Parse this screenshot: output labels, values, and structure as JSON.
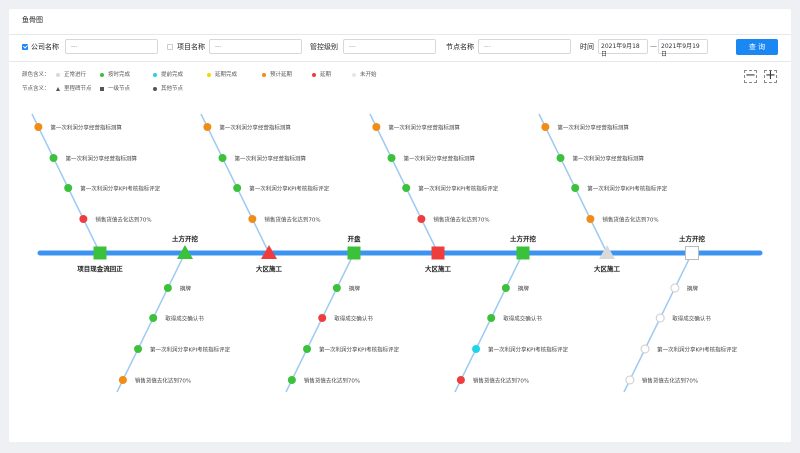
{
  "page": {
    "title": "鱼骨图"
  },
  "filters": {
    "company": {
      "label": "公司名称",
      "placeholder": "---",
      "checked": true
    },
    "project": {
      "label": "项目名称",
      "placeholder": "---",
      "checked": false
    },
    "level": {
      "label": "管控级别",
      "placeholder": "---"
    },
    "node": {
      "label": "节点名称",
      "placeholder": "---"
    },
    "time": {
      "label": "时间",
      "start": "2021年9月18日",
      "sep": "—",
      "end": "2021年9月19日"
    },
    "query_label": "查 询"
  },
  "legend": {
    "color_title": "颜色含义：",
    "colors": [
      {
        "label": "正常进行",
        "color": "#d9d9d9"
      },
      {
        "label": "按时完成",
        "color": "#3cc13b"
      },
      {
        "label": "提前完成",
        "color": "#22d3e6"
      },
      {
        "label": "延期完成",
        "color": "#f5d800"
      },
      {
        "label": "预计延期",
        "color": "#f18c15"
      },
      {
        "label": "延期",
        "color": "#ef3d3d"
      },
      {
        "label": "未开始",
        "color": "#e6e6e6"
      }
    ],
    "node_title": "节点含义：",
    "nodes": [
      {
        "label": "里程碑节点",
        "icon": "triangle-icon"
      },
      {
        "label": "一级节点",
        "icon": "square-icon"
      },
      {
        "label": "其他节点",
        "icon": "circle-icon"
      }
    ]
  },
  "zoom": {
    "out": "−",
    "in": "+"
  },
  "fishbone": {
    "spine_color": "#3d94f0",
    "milestones": [
      {
        "label": "项目现金流回正",
        "shape": "square",
        "color": "#3cc13b",
        "label_pos": "below"
      },
      {
        "label": "土方开挖",
        "shape": "triangle",
        "color": "#3cc13b",
        "label_pos": "above"
      },
      {
        "label": "大区施工",
        "shape": "triangle",
        "color": "#ef3d3d",
        "label_pos": "below"
      },
      {
        "label": "开盘",
        "shape": "square",
        "color": "#3cc13b",
        "label_pos": "above"
      },
      {
        "label": "大区施工",
        "shape": "square",
        "color": "#ef3d3d",
        "label_pos": "below"
      },
      {
        "label": "土方开挖",
        "shape": "square",
        "color": "#3cc13b",
        "label_pos": "above"
      },
      {
        "label": "大区施工",
        "shape": "triangle",
        "color": "#d9d9d9",
        "label_pos": "below"
      },
      {
        "label": "土方开挖",
        "shape": "square",
        "color": "#ffffff",
        "label_pos": "above"
      }
    ],
    "upper_bones": [
      {
        "items": [
          {
            "label": "第一次利润分享经营指标测算",
            "color": "#f18c15"
          },
          {
            "label": "第一次利润分享经营指标测算",
            "color": "#3cc13b"
          },
          {
            "label": "第一次利润分享KPI考核指标评定",
            "color": "#3cc13b"
          },
          {
            "label": "销售货值去化达到70%",
            "color": "#ef3d3d"
          }
        ]
      },
      {
        "items": [
          {
            "label": "第一次利润分享经营指标测算",
            "color": "#f18c15"
          },
          {
            "label": "第一次利润分享经营指标测算",
            "color": "#3cc13b"
          },
          {
            "label": "第一次利润分享KPI考核指标评定",
            "color": "#3cc13b"
          },
          {
            "label": "销售货值去化达到70%",
            "color": "#f18c15"
          }
        ]
      },
      {
        "items": [
          {
            "label": "第一次利润分享经营指标测算",
            "color": "#f18c15"
          },
          {
            "label": "第一次利润分享经营指标测算",
            "color": "#3cc13b"
          },
          {
            "label": "第一次利润分享KPI考核指标评定",
            "color": "#3cc13b"
          },
          {
            "label": "销售货值去化达到70%",
            "color": "#ef3d3d"
          }
        ]
      },
      {
        "items": [
          {
            "label": "第一次利润分享经营指标测算",
            "color": "#f18c15"
          },
          {
            "label": "第一次利润分享经营指标测算",
            "color": "#3cc13b"
          },
          {
            "label": "第一次利润分享KPI考核指标评定",
            "color": "#3cc13b"
          },
          {
            "label": "销售货值去化达到70%",
            "color": "#f18c15"
          }
        ]
      }
    ],
    "lower_bones": [
      {
        "items": [
          {
            "label": "摘牌",
            "color": "#3cc13b"
          },
          {
            "label": "取得成交确认书",
            "color": "#3cc13b"
          },
          {
            "label": "第一次利润分享KPI考核指标评定",
            "color": "#3cc13b"
          },
          {
            "label": "销售货值去化达到70%",
            "color": "#f18c15"
          }
        ]
      },
      {
        "items": [
          {
            "label": "摘牌",
            "color": "#3cc13b"
          },
          {
            "label": "取得成交确认书",
            "color": "#ef3d3d"
          },
          {
            "label": "第一次利润分享KPI考核指标评定",
            "color": "#3cc13b"
          },
          {
            "label": "销售货值去化达到70%",
            "color": "#3cc13b"
          }
        ]
      },
      {
        "items": [
          {
            "label": "摘牌",
            "color": "#3cc13b"
          },
          {
            "label": "取得成交确认书",
            "color": "#3cc13b"
          },
          {
            "label": "第一次利润分享KPI考核指标评定",
            "color": "#22d3e6"
          },
          {
            "label": "销售货值去化达到70%",
            "color": "#ef3d3d"
          }
        ]
      },
      {
        "items": [
          {
            "label": "摘牌",
            "color": "#ffffff"
          },
          {
            "label": "取得成交确认书",
            "color": "#ffffff"
          },
          {
            "label": "第一次利润分享KPI考核指标评定",
            "color": "#ffffff"
          },
          {
            "label": "销售货值去化达到70%",
            "color": "#ffffff"
          }
        ]
      }
    ]
  }
}
